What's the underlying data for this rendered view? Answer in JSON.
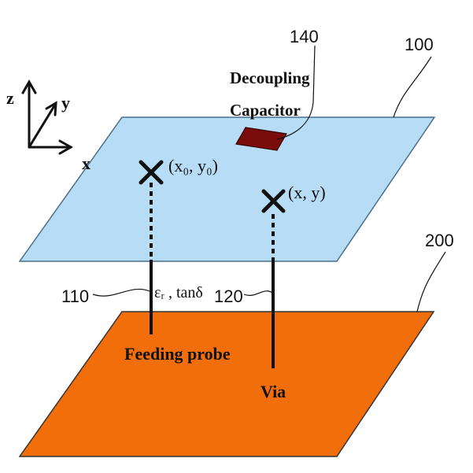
{
  "colors": {
    "top_plane": "#b7dcf5",
    "bottom_plane": "#f26e0b",
    "capacitor": "#7a0c0c",
    "stroke": "#111111"
  },
  "axes": {
    "z": "z",
    "y": "y",
    "x": "x"
  },
  "refs": {
    "r140": "140",
    "r100": "100",
    "r200": "200",
    "r110": "110",
    "r120": "120"
  },
  "labels": {
    "decoupling_line1": "Decoupling",
    "decoupling_line2": "Capacitor",
    "feed_point": "(x₀, y₀)",
    "via_point": "(x, y)",
    "dielectric": "εᵣ , tanδ",
    "feeding_probe": "Feeding probe",
    "via": "Via"
  }
}
